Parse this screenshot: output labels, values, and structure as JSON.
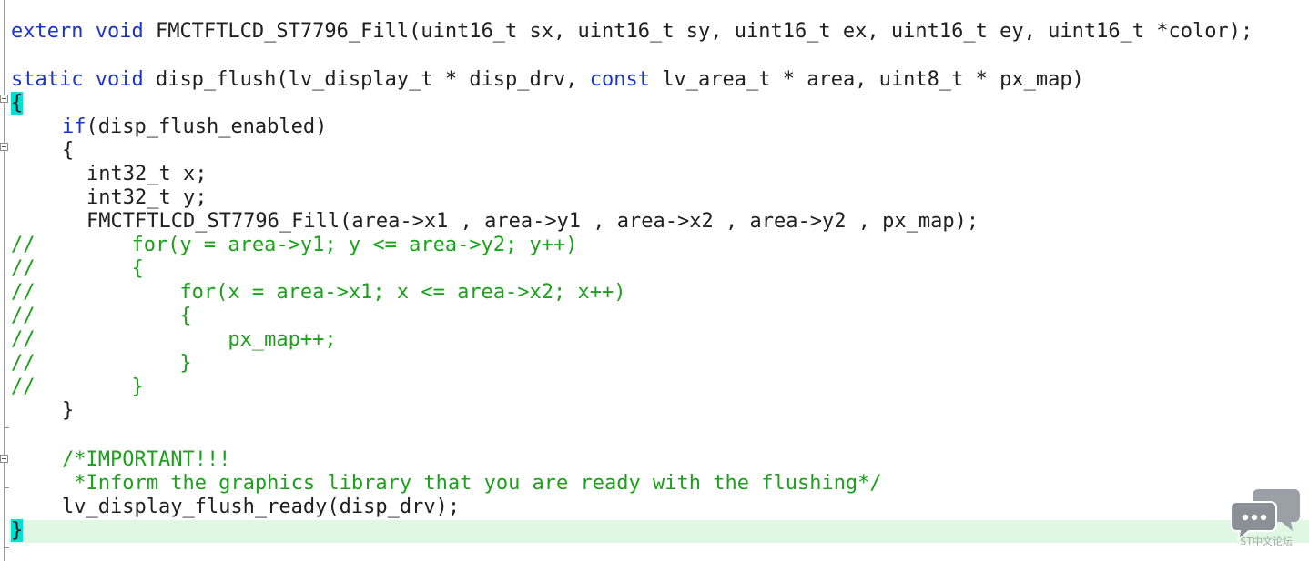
{
  "code": {
    "line1": {
      "kw": "extern void",
      "text": " FMCTFTLCD_ST7796_Fill(uint16_t sx, uint16_t sy, uint16_t ex, uint16_t ey, uint16_t *color);"
    },
    "line2": {
      "kw1": "static void",
      "text1": " disp_flush(lv_display_t * disp_drv, ",
      "kw2": "const",
      "text2": " lv_area_t * area, uint8_t * px_map)"
    },
    "line3": {
      "brace": "{"
    },
    "line4": {
      "kw": "if",
      "text": "(disp_flush_enabled)"
    },
    "line5": {
      "text": "{"
    },
    "line6": {
      "text": "int32_t x;"
    },
    "line7": {
      "text": "int32_t y;"
    },
    "line8": {
      "text": "FMCTFTLCD_ST7796_Fill(area->x1 , area->y1 , area->x2 , area->y2 , px_map);"
    },
    "line9": {
      "text": "//        for(y = area->y1; y <= area->y2; y++)"
    },
    "line10": {
      "text": "//        {"
    },
    "line11": {
      "text": "//            for(x = area->x1; x <= area->x2; x++)"
    },
    "line12": {
      "text": "//            {"
    },
    "line13": {
      "text": "//                px_map++;"
    },
    "line14": {
      "text": "//            }"
    },
    "line15": {
      "text": "//        }"
    },
    "line16": {
      "text": "}"
    },
    "line17": {
      "text": ""
    },
    "line18": {
      "text": "/*IMPORTANT!!!"
    },
    "line19": {
      "text": " *Inform the graphics library that you are ready with the flushing*/"
    },
    "line20": {
      "text": "lv_display_flush_ready(disp_drv);"
    },
    "line21": {
      "brace": "}"
    }
  },
  "watermark": {
    "text": "ST中文论坛",
    "icon": "chat-bubbles-icon"
  },
  "colors": {
    "keyword": "#1c35c9",
    "comment": "#1aa21a",
    "brace_highlight": "#00e0d0",
    "current_line": "#dff7e3"
  }
}
